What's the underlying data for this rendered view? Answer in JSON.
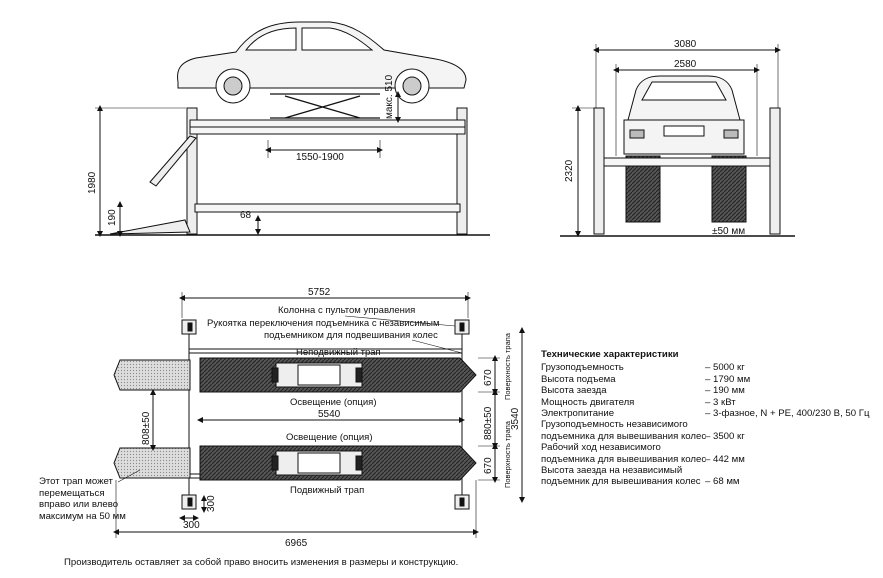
{
  "side_view": {
    "dim_max_height": "макс. 510",
    "dim_wheelbase": "1550-1900",
    "dim_total_height": "1980",
    "dim_190": "190",
    "dim_68": "68"
  },
  "front_view": {
    "dim_width_outer": "3080",
    "dim_width_inner": "2580",
    "dim_height": "2320",
    "dim_adjust": "±50 мм"
  },
  "plan_view": {
    "dim_total_top": "5752",
    "label_column": "Колонна с пультом управления",
    "label_handle": "Рукоятка переключения подъемника с независимым\nподъемником для подвешивания колес",
    "label_fixed_ramp": "Неподвижный трап",
    "label_lighting_top": "Освещение (опция)",
    "dim_5540": "5540",
    "label_lighting_bottom": "Освещение (опция)",
    "label_moving_ramp": "Подвижный трап",
    "dim_808": "808±50",
    "dim_880": "880±50",
    "dim_670_top": "670",
    "dim_670_bottom": "670",
    "dim_3540": "3540",
    "label_surface_top": "Поверхность трапа",
    "label_surface_bottom": "Поверхность трапа",
    "dim_300_a": "300",
    "dim_300_b": "300",
    "dim_total_bottom": "6965",
    "note": "Этот трап может перемещаться вправо или влево максимум на 50 мм"
  },
  "specs": {
    "title": "Технические характеристики",
    "rows": [
      {
        "label": "Грузоподъемность",
        "value": "– 5000 кг"
      },
      {
        "label": "Высота подъема",
        "value": "– 1790 мм"
      },
      {
        "label": "Высота заезда",
        "value": "– 190 мм"
      },
      {
        "label": "Мощность двигателя",
        "value": "– 3 кВт"
      },
      {
        "label": "Электропитание",
        "value": "– 3-фазное, N + PE, 400/230 В, 50 Гц"
      },
      {
        "label": "Грузоподъемность независимого\nподъемника для вывешивания колес",
        "value": "– 3500 кг"
      },
      {
        "label": "Рабочий ход независимого\nподъемника для вывешивания колес",
        "value": "– 442 мм"
      },
      {
        "label": "Высота заезда на независимый\nподъемник для вывешивания колес",
        "value": "– 68 мм"
      }
    ]
  },
  "footer": "Производитель оставляет за собой право вносить изменения в размеры и конструкцию."
}
